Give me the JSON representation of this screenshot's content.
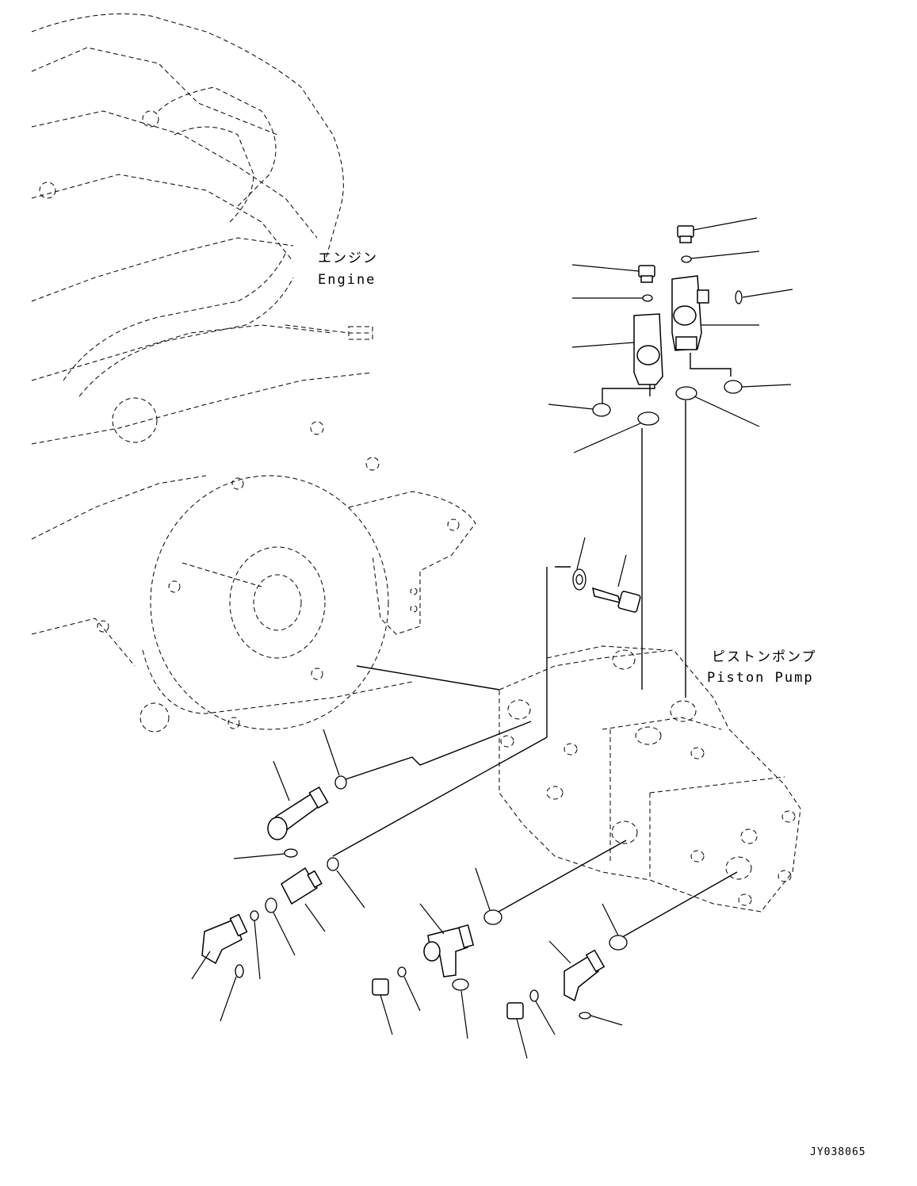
{
  "labels": {
    "engine_jp": "エンジン",
    "engine_en": "Engine",
    "pump_jp": "ピストンポンプ",
    "pump_en": "Piston Pump",
    "drawing_code": "JY038065"
  },
  "colors": {
    "line": "#000000",
    "background": "#ffffff"
  }
}
